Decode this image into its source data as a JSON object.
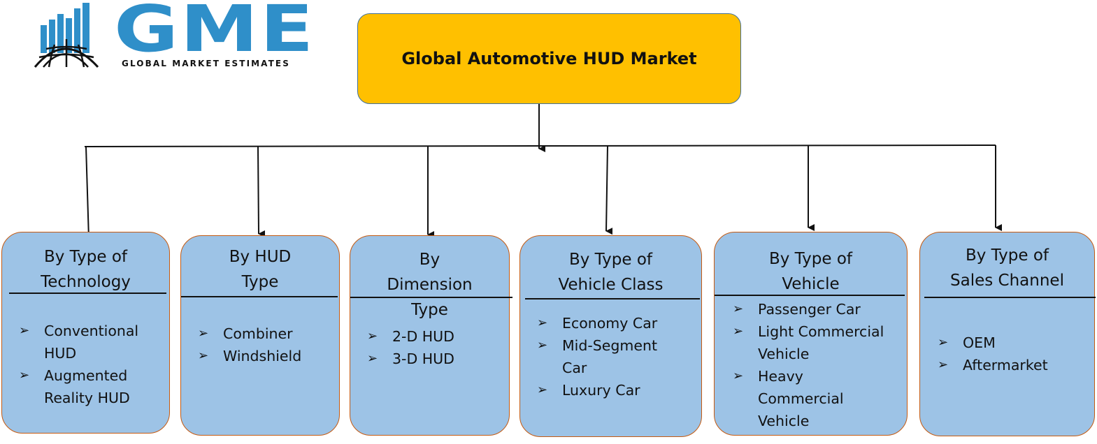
{
  "logo": {
    "wordmark": "GME",
    "tagline": "GLOBAL MARKET ESTIMATES",
    "brand_color": "#2f8fc9"
  },
  "root": {
    "title": "Global Automotive HUD Market",
    "color": "#ffc000"
  },
  "categories": [
    {
      "title_lines": [
        "By Type of",
        "Technology"
      ],
      "items": [
        [
          "Conventional",
          "HUD"
        ],
        [
          "Augmented",
          "Reality HUD"
        ]
      ]
    },
    {
      "title_lines": [
        "By HUD",
        "Type"
      ],
      "items": [
        [
          "Combiner"
        ],
        [
          "Windshield"
        ]
      ]
    },
    {
      "title_lines": [
        "By",
        "Dimension",
        "Type"
      ],
      "items": [
        [
          "2-D HUD"
        ],
        [
          "3-D HUD"
        ]
      ]
    },
    {
      "title_lines": [
        "By Type of",
        "Vehicle Class"
      ],
      "items": [
        [
          "Economy Car"
        ],
        [
          "Mid-Segment",
          "Car"
        ],
        [
          "Luxury Car"
        ]
      ]
    },
    {
      "title_lines": [
        "By Type of",
        "Vehicle"
      ],
      "items": [
        [
          "Passenger Car"
        ],
        [
          "Light Commercial",
          "Vehicle"
        ],
        [
          "Heavy",
          "Commercial",
          "Vehicle"
        ]
      ]
    },
    {
      "title_lines": [
        "By Type of",
        "Sales Channel"
      ],
      "items": [
        [
          "OEM"
        ],
        [
          "Aftermarket"
        ]
      ]
    }
  ],
  "colors": {
    "category_fill": "#9dc3e6",
    "category_border": "#c55a11",
    "root_border": "#41719c"
  },
  "icons": {
    "bullet": "arrowhead-bullet-icon"
  }
}
